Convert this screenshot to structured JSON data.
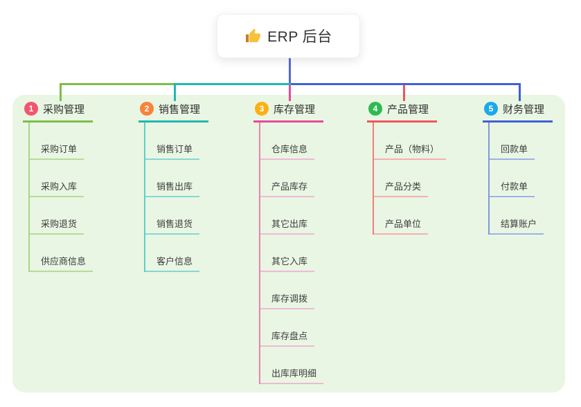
{
  "root": {
    "label": "ERP 后台",
    "icon": "thumbs-up-icon",
    "stem_color": "#5566d4"
  },
  "panel_color": "#e9f6e3",
  "branches": [
    {
      "index": "1",
      "label": "采购管理",
      "badge_color": "#f2566e",
      "line_color": "#7cbe48",
      "spine_color": "#a5d586",
      "child_line_color": "#b7dc99",
      "children": [
        "采购订单",
        "采购入库",
        "采购退货",
        "供应商信息"
      ]
    },
    {
      "index": "2",
      "label": "销售管理",
      "badge_color": "#f8833c",
      "line_color": "#1fb8af",
      "spine_color": "#5ecec7",
      "child_line_color": "#85d8d2",
      "children": [
        "销售订单",
        "销售出库",
        "销售退货",
        "客户信息"
      ]
    },
    {
      "index": "3",
      "label": "库存管理",
      "badge_color": "#fbb017",
      "line_color": "#e9489b",
      "spine_color": "#ef7fb4",
      "child_line_color": "#efbad5",
      "children": [
        "仓库信息",
        "产品库存",
        "其它出库",
        "其它入库",
        "库存调拨",
        "库存盘点",
        "出库库明细"
      ]
    },
    {
      "index": "4",
      "label": "产品管理",
      "badge_color": "#2eba52",
      "line_color": "#f4525d",
      "spine_color": "#f27e82",
      "child_line_color": "#f8aeae",
      "children": [
        "产品（物料）",
        "产品分类",
        "产品单位"
      ]
    },
    {
      "index": "5",
      "label": "财务管理",
      "badge_color": "#1ba9ec",
      "line_color": "#3e61d5",
      "spine_color": "#8098e0",
      "child_line_color": "#9db1e8",
      "children": [
        "回款单",
        "付款单",
        "结算账户"
      ]
    }
  ]
}
